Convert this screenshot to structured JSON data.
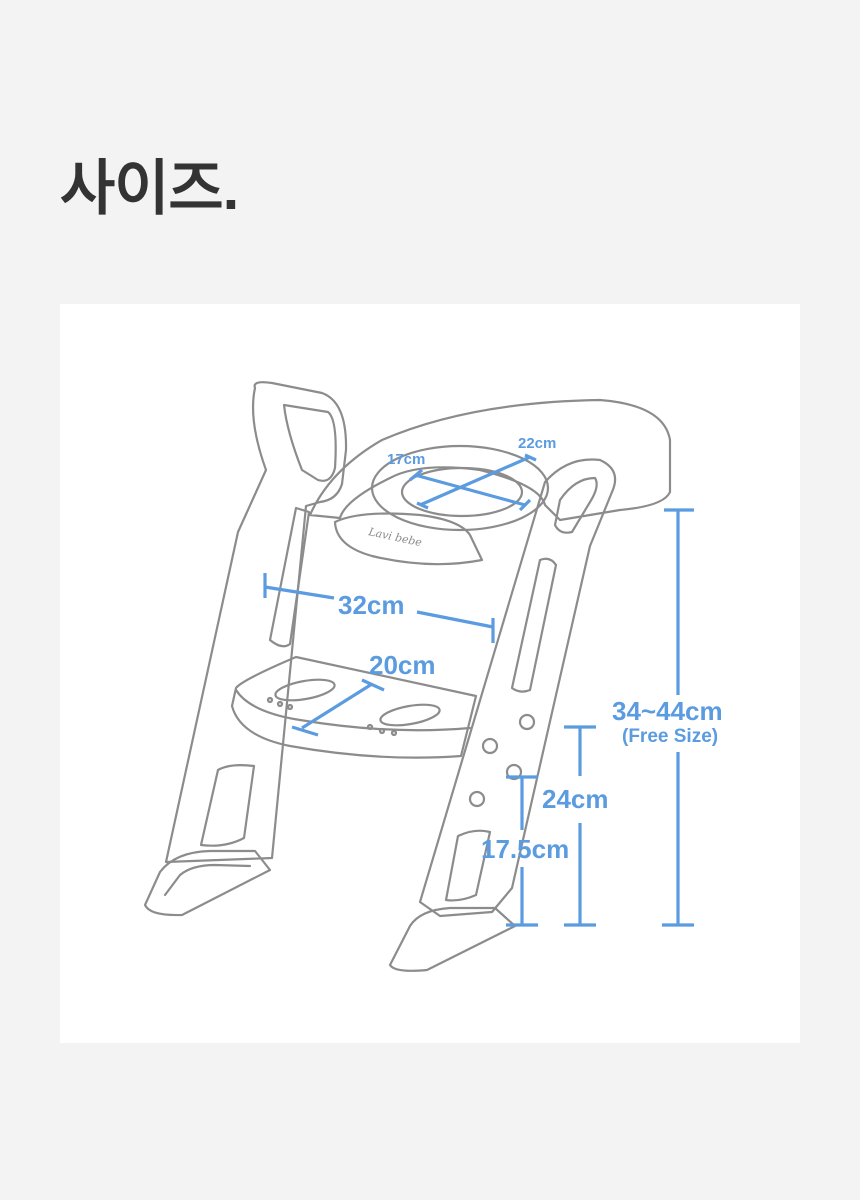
{
  "title": "사이즈.",
  "product": {
    "logo_text": "Lavi bebe"
  },
  "dimensions": {
    "seat_inner_length": "17cm",
    "seat_inner_width": "22cm",
    "frame_width": "32cm",
    "step_depth": "20cm",
    "total_height": "34~44cm",
    "total_height_note": "(Free Size)",
    "step_height_upper": "24cm",
    "step_height_lower": "17.5cm"
  },
  "colors": {
    "background": "#f3f3f3",
    "panel": "#ffffff",
    "dimension": "#5b9be0",
    "outline": "#8c8c8c",
    "title": "#333333"
  }
}
